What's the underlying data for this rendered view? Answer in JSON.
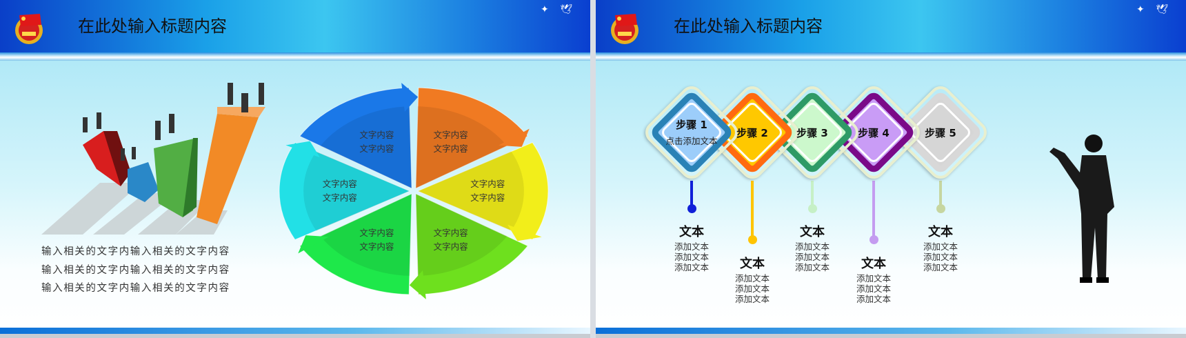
{
  "slides": [
    {
      "title": "在此处输入标题内容",
      "body_lines": [
        "输入相关的文字内输入相关的文字内容",
        "输入相关的文字内输入相关的文字内容",
        "输入相关的文字内输入相关的文字内容"
      ],
      "cycle": {
        "segments": [
          {
            "lines": [
              "文字内容",
              "文字内容"
            ],
            "color": "#1a78e8"
          },
          {
            "lines": [
              "文字内容",
              "文字内容"
            ],
            "color": "#f07a22"
          },
          {
            "lines": [
              "文字内容",
              "文字内容"
            ],
            "color": "#f2ee1a"
          },
          {
            "lines": [
              "文字内容",
              "文字内容"
            ],
            "color": "#6ee01e"
          },
          {
            "lines": [
              "文字内容",
              "文字内容"
            ],
            "color": "#1ee84a"
          },
          {
            "lines": [
              "文字内容",
              "文字内容"
            ],
            "color": "#22e0e6"
          }
        ]
      }
    },
    {
      "title": "在此处输入标题内容",
      "steps": [
        {
          "label": "步骤 1",
          "sub": "点击添加文本",
          "ring": "#2a82b6",
          "fill": "#9ccdfa",
          "stem": "#1020d8",
          "heading": "文本",
          "lines": [
            "添加文本",
            "添加文本",
            "添加文本"
          ]
        },
        {
          "label": "步骤 2",
          "sub": "",
          "ring": "#ff6a10",
          "fill": "#ffc800",
          "stem": "#ffc400",
          "heading": "文本",
          "lines": [
            "添加文本",
            "添加文本",
            "添加文本"
          ]
        },
        {
          "label": "步骤 3",
          "sub": "",
          "ring": "#2e9a66",
          "fill": "#ccf8cc",
          "stem": "#c6f0c6",
          "heading": "文本",
          "lines": [
            "添加文本",
            "添加文本",
            "添加文本"
          ]
        },
        {
          "label": "步骤 4",
          "sub": "",
          "ring": "#7a0a88",
          "fill": "#c99cf6",
          "stem": "#c49cf0",
          "heading": "文本",
          "lines": [
            "添加文本",
            "添加文本",
            "添加文本"
          ]
        },
        {
          "label": "步骤 5",
          "sub": "",
          "ring": "#d8d8d8",
          "fill": "#d6d6d6",
          "stem": "#c6d6a0",
          "heading": "文本",
          "lines": [
            "添加文本",
            "添加文本",
            "添加文本"
          ]
        }
      ]
    }
  ]
}
